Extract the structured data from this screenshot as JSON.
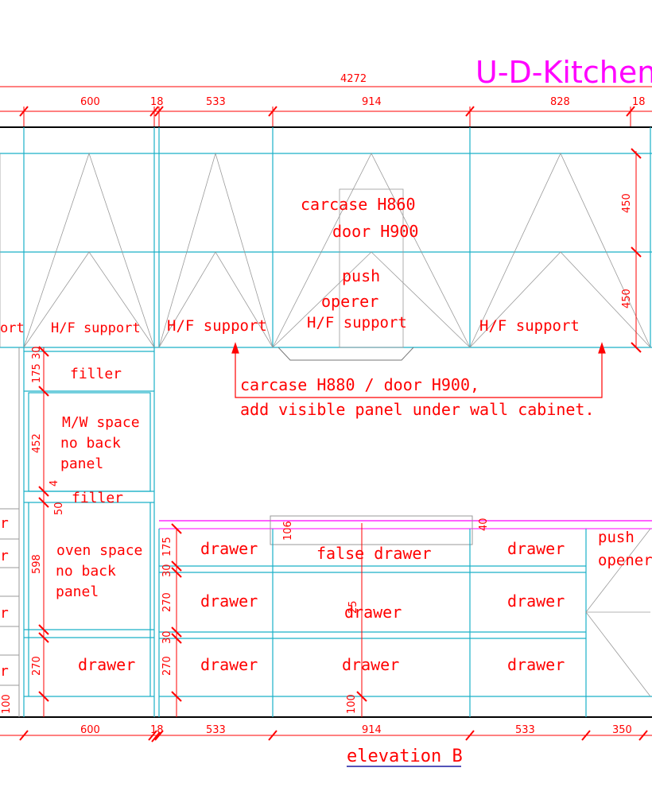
{
  "brand": {
    "title": "U-D-Kitchen",
    "color": "#ff00ff"
  },
  "colors": {
    "cabinet": "#1ab0c8",
    "annotation": "#ff0000",
    "outline": "#000000",
    "guide": "#9a9a9a",
    "countertop": "#ff00ff",
    "caption": "#1a1aa0"
  },
  "top_dims": {
    "overall": "4272",
    "seg_600": "600",
    "seg_18a": "18",
    "seg_533": "533",
    "seg_914": "914",
    "seg_828": "828",
    "seg_18b": "18"
  },
  "bottom_dims": {
    "seg_600": "600",
    "seg_18": "18",
    "seg_533": "533",
    "seg_914": "914",
    "seg_533b": "533",
    "seg_350": "350"
  },
  "wall_dims": {
    "upper": "450",
    "lower": "450"
  },
  "wall_labels": {
    "support_cut": "ort",
    "support_1": "H/F support",
    "support_2": "H/F support",
    "support_3": "H/F support",
    "support_4": "H/F support",
    "carcase": "carcase H860",
    "door": "door H900",
    "push": "push",
    "opener": "operer"
  },
  "note": {
    "line1": "carcase H880 / door H900,",
    "line2": "add visible panel under wall cabinet."
  },
  "tall_unit": {
    "filler_top": "filler",
    "mw_line1": "M/W space",
    "mw_line2": "no back",
    "mw_line3": "panel",
    "filler_mid": "filler",
    "oven_line1": "oven space",
    "oven_line2": "no back",
    "oven_line3": "panel",
    "drawer": "drawer",
    "dims": {
      "d30": "30",
      "d175": "175",
      "d452": "452",
      "d4": "4",
      "d50": "50",
      "d598": "598",
      "d270": "270",
      "d100": "100"
    }
  },
  "base_units": {
    "col1": [
      "drawer",
      "drawer",
      "drawer"
    ],
    "col2": {
      "top": "false drawer",
      "mid": "drawer",
      "bottom": "drawer"
    },
    "col3": [
      "drawer",
      "drawer",
      "drawer"
    ],
    "col4": {
      "line1": "push",
      "line2": "opener"
    },
    "dims": {
      "d175": "175",
      "d30a": "30",
      "d270": "270",
      "d30b": "30",
      "d270b": "270",
      "d106": "106",
      "d40": "40",
      "d25": "25",
      "d100": "100"
    }
  },
  "left_cut_labels": [
    "r",
    "r",
    "r",
    "r"
  ],
  "caption": "elevation B"
}
